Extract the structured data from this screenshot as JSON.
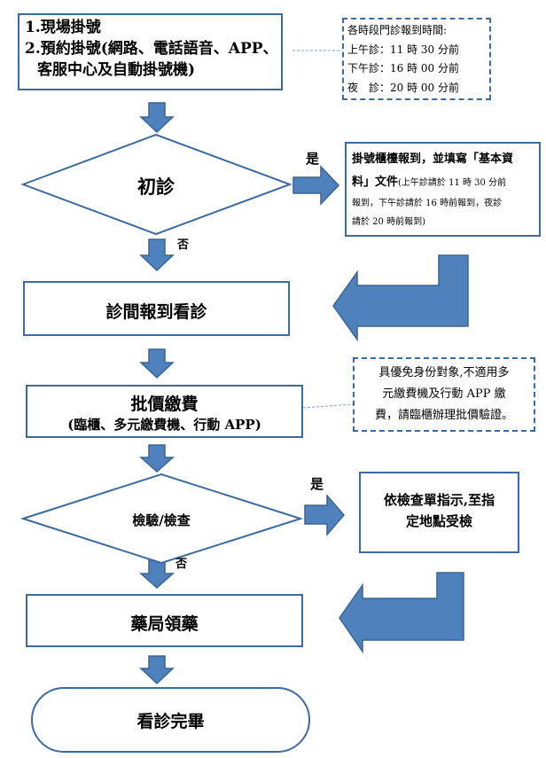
{
  "registration": {
    "line1": "1.現場掛號",
    "line2": "2.預約掛號(網路、電話語音、APP、",
    "line3": "客服中心及自動掛號機)"
  },
  "checkin_deadline_note": {
    "title": "各時段門診報到時間:",
    "morning": "上午診：11 時 30 分前",
    "afternoon": "下午診：16 時 00 分前",
    "evening": "夜　診：20 時 00 分前"
  },
  "first_visit": {
    "label": "初診",
    "yes": "是",
    "no": "否"
  },
  "first_visit_action": {
    "bold1": "掛號櫃檯報到，並填寫「基本資",
    "bold2": "料」文件",
    "small2": "(上午診請於 11 時 30 分前",
    "small3": "報到，下午診請於 16 時前報到，夜診",
    "small4": "請於 20 時前報到)"
  },
  "consultation": {
    "label": "診間報到看診"
  },
  "payment": {
    "label": "批價繳費",
    "sub": "(臨櫃、多元繳費機、行動 APP)"
  },
  "exemption_note": {
    "line1": "具優免身份對象,不適用多",
    "line2": "元繳費機及行動 APP 繳",
    "line3": "費，請臨櫃辦理批價驗證。"
  },
  "exam": {
    "label": "檢驗/檢查",
    "yes": "是",
    "no": "否"
  },
  "exam_action": {
    "line1": "依檢查單指示,至指",
    "line2": "定地點受檢"
  },
  "pharmacy": {
    "label": "藥局領藥"
  },
  "end": {
    "label": "看診完畢"
  },
  "colors": {
    "border": "#3b6ba0",
    "arrow": "#4f81bd",
    "arrow_stroke": "#3a6494"
  }
}
